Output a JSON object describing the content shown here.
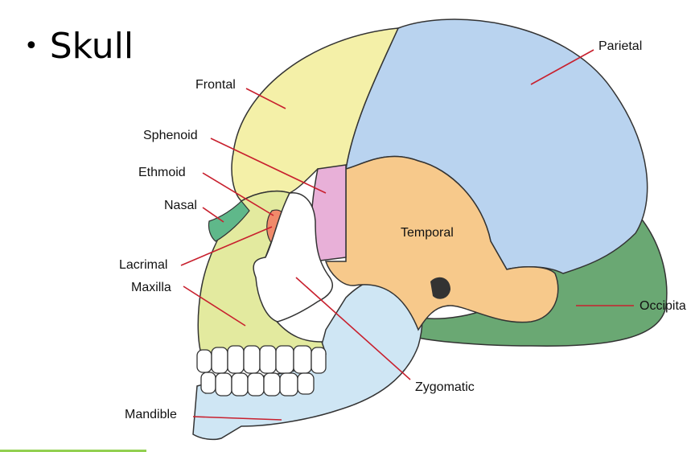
{
  "slide": {
    "bullet": "•",
    "title": "Skull"
  },
  "labels": {
    "frontal": "Frontal",
    "parietal": "Parietal",
    "sphenoid": "Sphenoid",
    "ethmoid": "Ethmoid",
    "nasal": "Nasal",
    "lacrimal": "Lacrimal",
    "maxilla": "Maxilla",
    "temporal": "Temporal",
    "occipital": "Occipita",
    "zygomatic": "Zygomatic",
    "mandible": "Mandible"
  },
  "colors": {
    "frontal": "#f4f0a8",
    "parietal": "#b9d3ef",
    "temporal": "#f7c98b",
    "occipital": "#6aa873",
    "sphenoid": "#e8b0d8",
    "mandible": "#cfe6f4",
    "maxilla": "#e3ea9f",
    "zygomatic": "#ffffff",
    "nasal": "#5fb88a",
    "lacrimal": "#f08a6a",
    "leader": "#c8202e",
    "accent": "#92d050"
  }
}
